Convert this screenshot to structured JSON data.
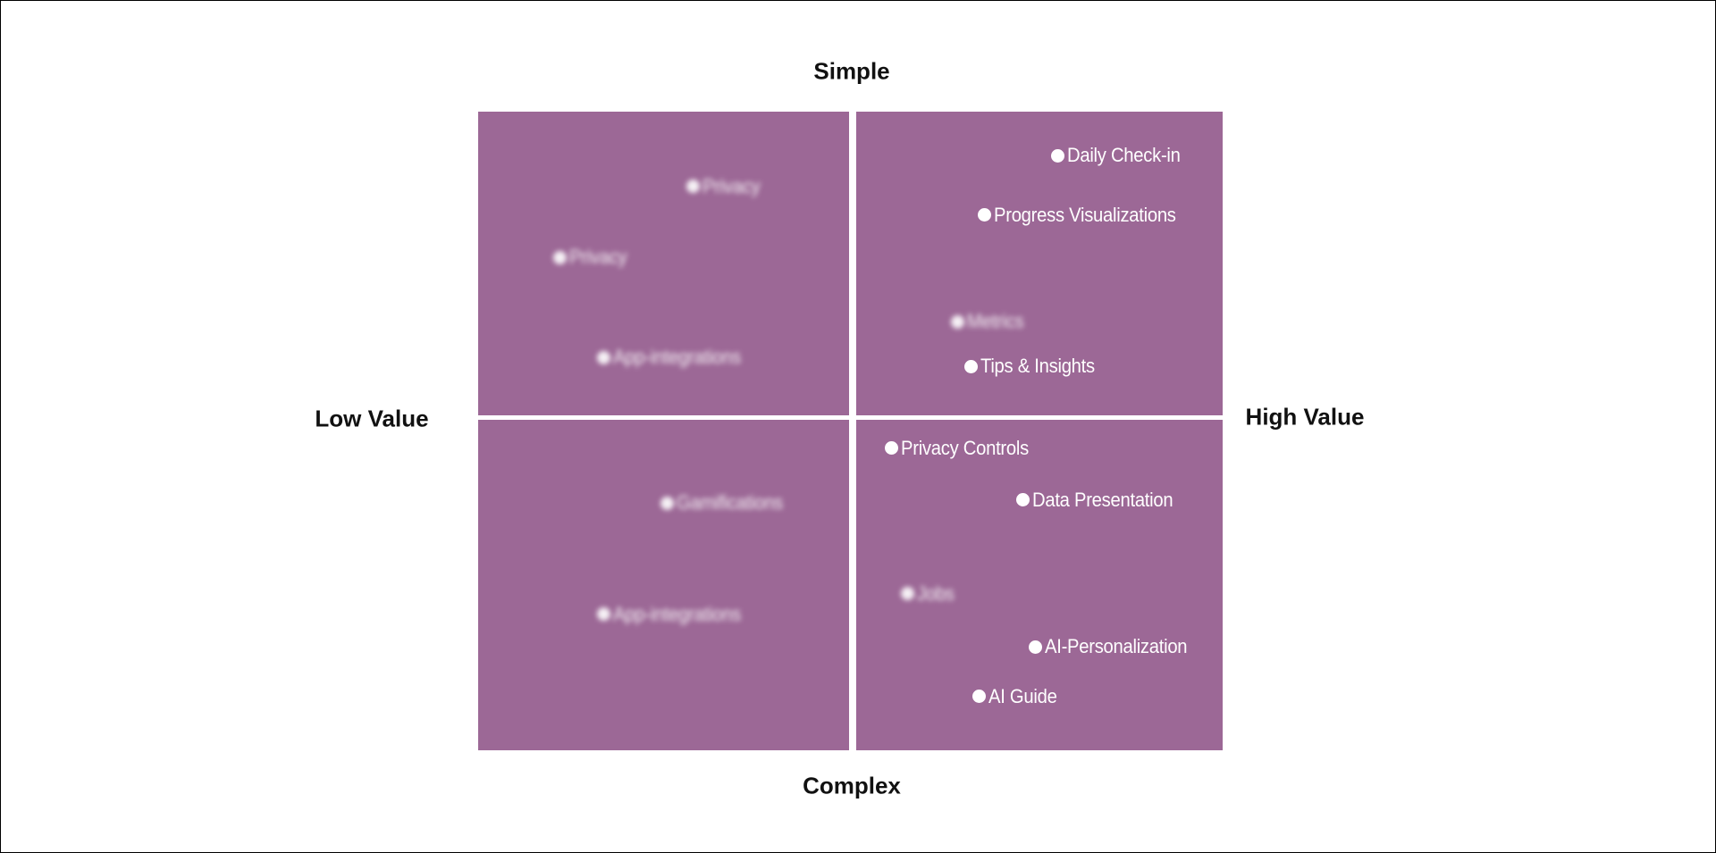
{
  "chart_data": {
    "type": "scatter",
    "title": "",
    "axes": {
      "top": "Simple",
      "bottom": "Complex",
      "left": "Low Value",
      "right": "High Value"
    },
    "xlim": [
      0,
      100
    ],
    "ylim": [
      0,
      100
    ],
    "quadrant_color": "#9c6896",
    "point_color": "#ffffff",
    "points": [
      {
        "label": "Privacy",
        "x": 28.8,
        "y": 88.3,
        "redacted": true
      },
      {
        "label": "Privacy",
        "x": 10.9,
        "y": 77.2,
        "redacted": true
      },
      {
        "label": "App-integrations",
        "x": 16.8,
        "y": 61.5,
        "redacted": true
      },
      {
        "label": "Daily Check-in",
        "x": 77.8,
        "y": 93.1,
        "redacted": false
      },
      {
        "label": "Progress Visualizations",
        "x": 67.9,
        "y": 83.8,
        "redacted": false
      },
      {
        "label": "Metrics",
        "x": 64.3,
        "y": 67.1,
        "redacted": true
      },
      {
        "label": "Tips & Insights",
        "x": 66.1,
        "y": 60.1,
        "redacted": false
      },
      {
        "label": "Privacy Controls",
        "x": 55.5,
        "y": 47.3,
        "redacted": false
      },
      {
        "label": "Data Presentation",
        "x": 73.1,
        "y": 39.2,
        "redacted": false
      },
      {
        "label": "Gamifications",
        "x": 25.3,
        "y": 38.7,
        "redacted": true
      },
      {
        "label": "App-integrations",
        "x": 16.8,
        "y": 21.3,
        "redacted": true
      },
      {
        "label": "Jobs",
        "x": 57.6,
        "y": 24.5,
        "redacted": true
      },
      {
        "label": "AI-Personalization",
        "x": 74.8,
        "y": 16.2,
        "redacted": false
      },
      {
        "label": "AI Guide",
        "x": 67.2,
        "y": 8.4,
        "redacted": false
      }
    ]
  }
}
